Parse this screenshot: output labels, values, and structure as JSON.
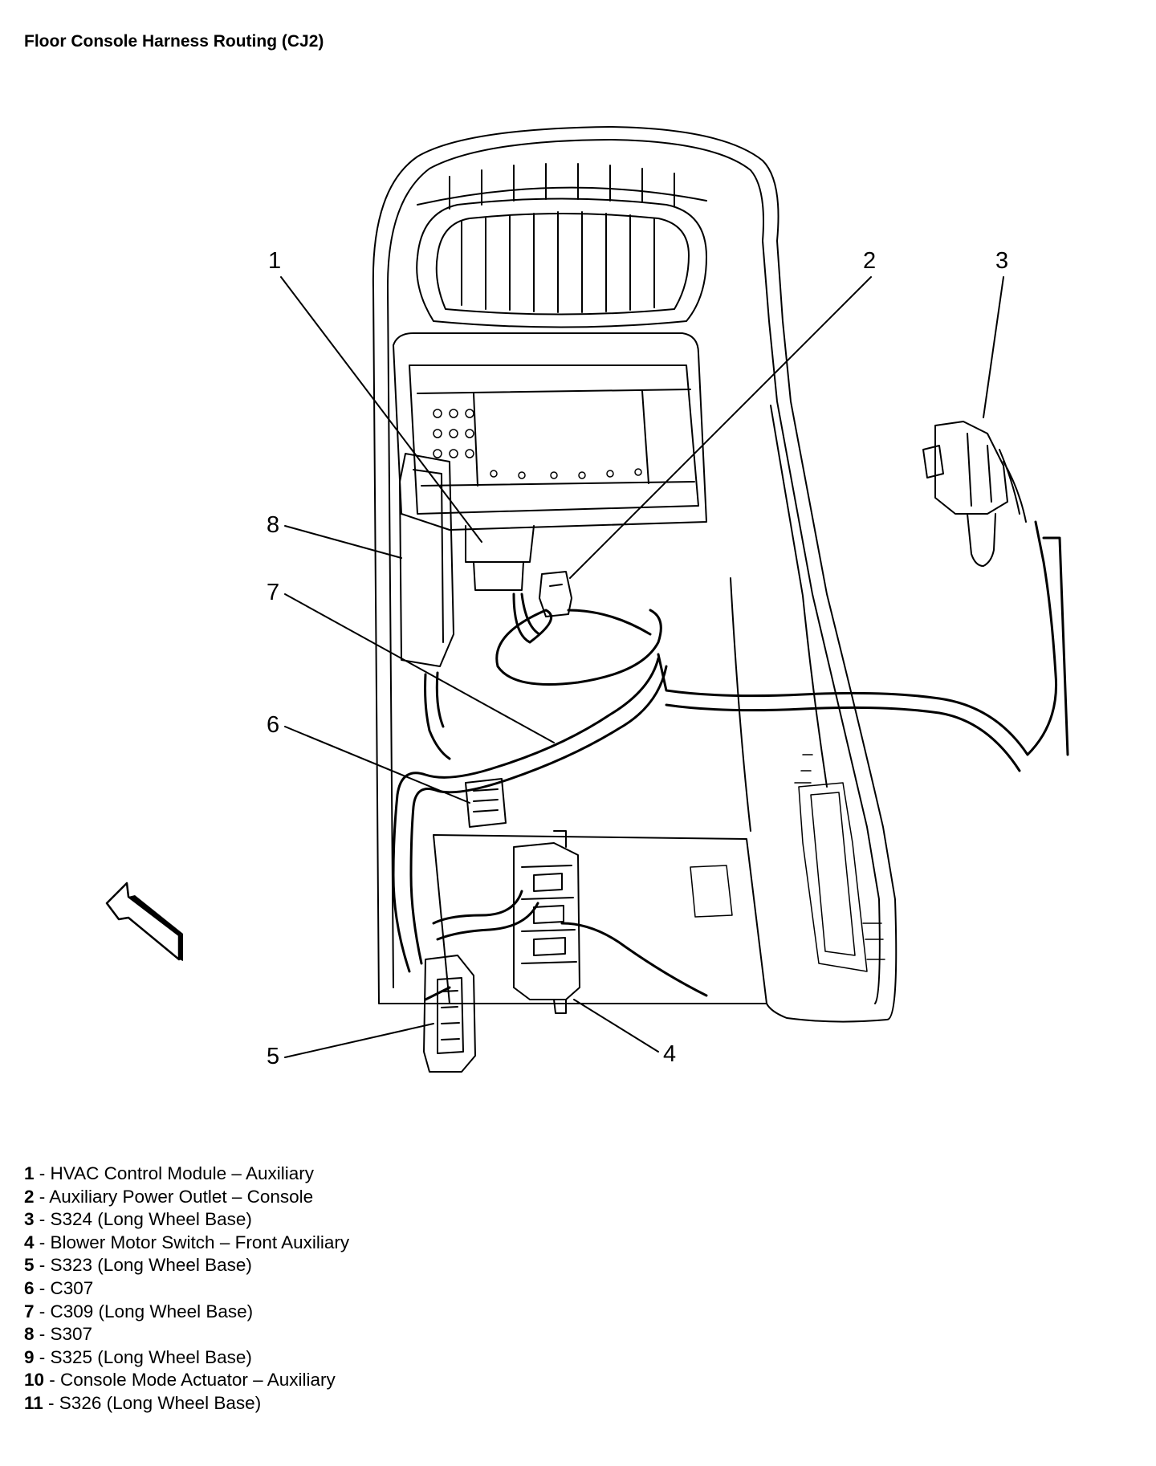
{
  "title": "Floor Console Harness Routing (CJ2)",
  "callouts": [
    "1",
    "2",
    "3",
    "4",
    "5",
    "6",
    "7",
    "8"
  ],
  "legend": [
    {
      "num": "1",
      "text": " - HVAC Control Module – Auxiliary"
    },
    {
      "num": "2",
      "text": " - Auxiliary Power Outlet – Console"
    },
    {
      "num": "3",
      "text": " - S324 (Long Wheel Base)"
    },
    {
      "num": "4",
      "text": " - Blower Motor Switch – Front Auxiliary"
    },
    {
      "num": "5",
      "text": " - S323 (Long Wheel Base)"
    },
    {
      "num": "6",
      "text": " - C307"
    },
    {
      "num": "7",
      "text": " - C309 (Long Wheel Base)"
    },
    {
      "num": "8",
      "text": " - S307"
    },
    {
      "num": "9",
      "text": " - S325 (Long Wheel Base)"
    },
    {
      "num": "10",
      "text": " - Console Mode Actuator – Auxiliary"
    },
    {
      "num": "11",
      "text": " - S326 (Long Wheel Base)"
    }
  ],
  "icons": {
    "orientation": "forward-arrow-icon"
  }
}
